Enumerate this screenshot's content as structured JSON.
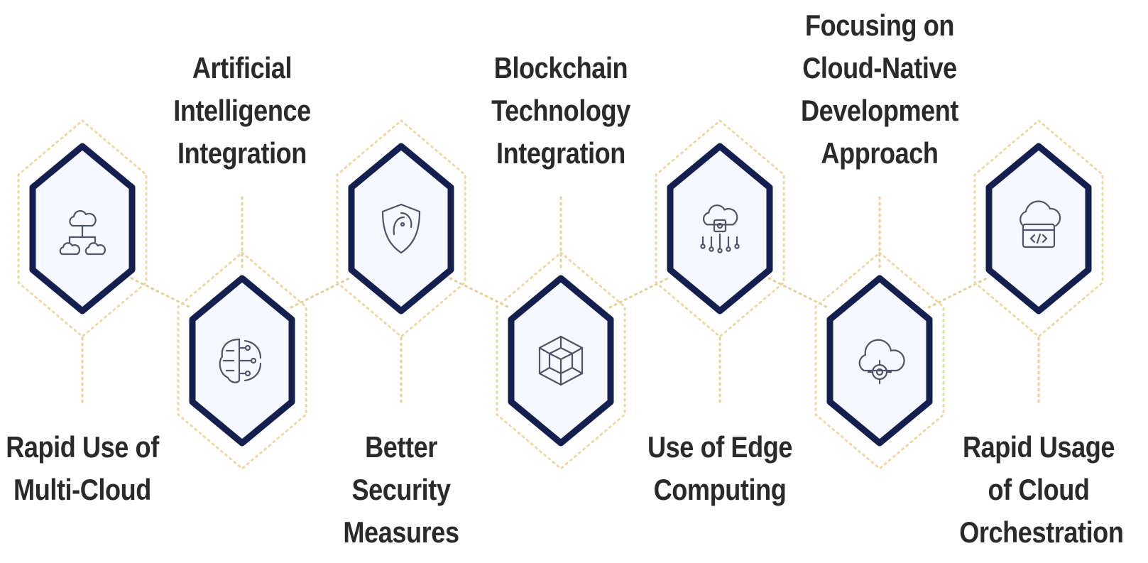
{
  "diagram": {
    "colors": {
      "hex_stroke": "#141f4f",
      "hex_fill": "#f5f8ff",
      "halo": "#ecd9a6",
      "connector": "#e4cf9a",
      "icon": "#4d5566",
      "text": "#2a2a2a"
    },
    "items": [
      {
        "icon": "multi-cloud-icon",
        "label_lines": [
          "Rapid Use of",
          "Multi-Cloud"
        ],
        "label_position": "bottom"
      },
      {
        "icon": "ai-brain-icon",
        "label_lines": [
          "Artificial",
          "Intelligence",
          "Integration"
        ],
        "label_position": "top"
      },
      {
        "icon": "security-shield-icon",
        "label_lines": [
          "Better",
          "Security",
          "Measures"
        ],
        "label_position": "bottom"
      },
      {
        "icon": "blockchain-cube-icon",
        "label_lines": [
          "Blockchain",
          "Technology",
          "Integration"
        ],
        "label_position": "top"
      },
      {
        "icon": "edge-computing-icon",
        "label_lines": [
          "Use of Edge",
          "Computing"
        ],
        "label_position": "bottom"
      },
      {
        "icon": "cloud-native-icon",
        "label_lines": [
          "Focusing on",
          "Cloud-Native",
          "Development",
          "Approach"
        ],
        "label_position": "top"
      },
      {
        "icon": "cloud-orchestration-icon",
        "label_lines": [
          "Rapid Usage",
          "of Cloud",
          "Orchestration"
        ],
        "label_position": "bottom"
      }
    ]
  }
}
